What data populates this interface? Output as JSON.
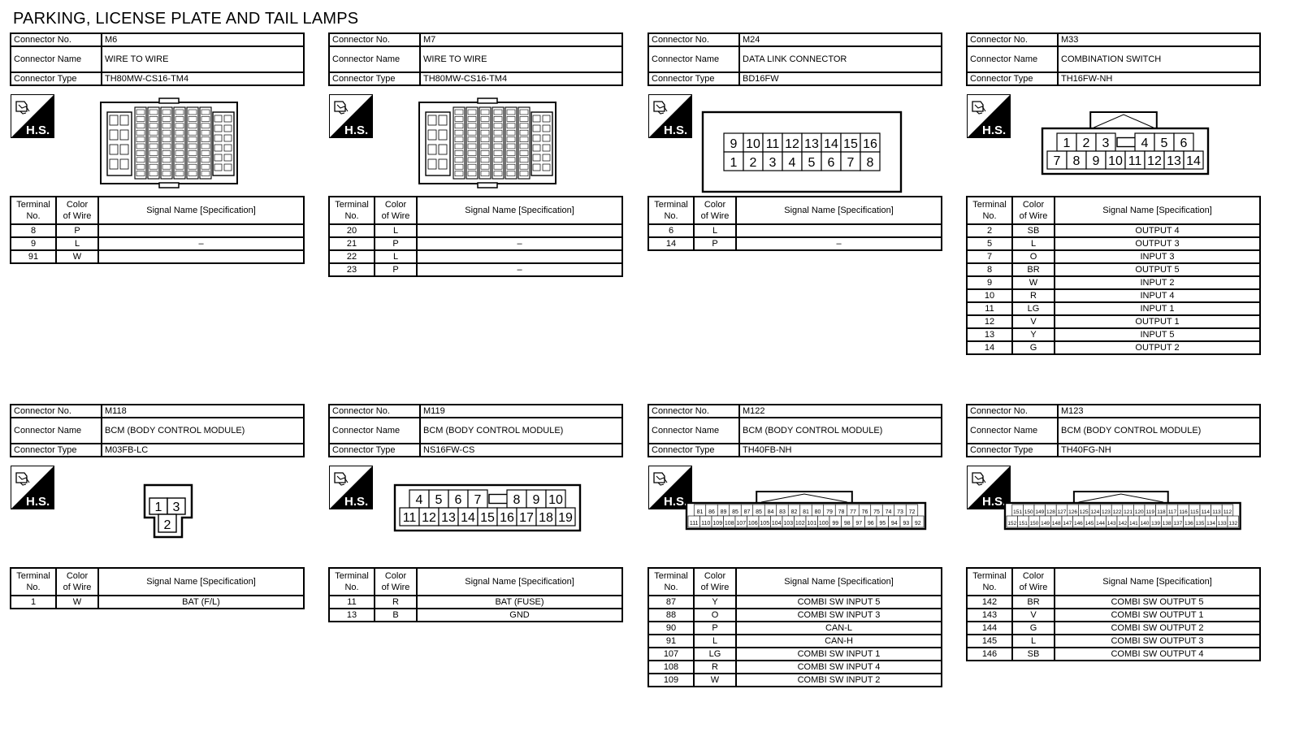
{
  "page": {
    "title": "PARKING, LICENSE PLATE AND TAIL LAMPS"
  },
  "labels": {
    "connector_no": "Connector No.",
    "connector_name": "Connector Name",
    "connector_type": "Connector Type",
    "terminal": [
      "Terminal",
      "No."
    ],
    "color": [
      "Color",
      "of Wire"
    ],
    "signal": "Signal Name [Specification]",
    "hs": "H.S."
  },
  "connectors": [
    {
      "no": "M6",
      "name": "WIRE TO WIRE",
      "type": "TH80MW-CS16-TM4",
      "rows": [
        {
          "t": "8",
          "c": "P",
          "s": ""
        },
        {
          "t": "9",
          "c": "L",
          "s": "–"
        },
        {
          "t": "91",
          "c": "W",
          "s": ""
        }
      ]
    },
    {
      "no": "M7",
      "name": "WIRE TO WIRE",
      "type": "TH80MW-CS16-TM4",
      "rows": [
        {
          "t": "20",
          "c": "L",
          "s": ""
        },
        {
          "t": "21",
          "c": "P",
          "s": "–"
        },
        {
          "t": "22",
          "c": "L",
          "s": ""
        },
        {
          "t": "23",
          "c": "P",
          "s": "–"
        }
      ]
    },
    {
      "no": "M24",
      "name": "DATA LINK CONNECTOR",
      "type": "BD16FW",
      "rows": [
        {
          "t": "6",
          "c": "L",
          "s": ""
        },
        {
          "t": "14",
          "c": "P",
          "s": "–"
        }
      ]
    },
    {
      "no": "M33",
      "name": "COMBINATION SWITCH",
      "type": "TH16FW-NH",
      "rows": [
        {
          "t": "2",
          "c": "SB",
          "s": "OUTPUT 4"
        },
        {
          "t": "5",
          "c": "L",
          "s": "OUTPUT 3"
        },
        {
          "t": "7",
          "c": "O",
          "s": "INPUT 3"
        },
        {
          "t": "8",
          "c": "BR",
          "s": "OUTPUT 5"
        },
        {
          "t": "9",
          "c": "W",
          "s": "INPUT 2"
        },
        {
          "t": "10",
          "c": "R",
          "s": "INPUT 4"
        },
        {
          "t": "11",
          "c": "LG",
          "s": "INPUT 1"
        },
        {
          "t": "12",
          "c": "V",
          "s": "OUTPUT 1"
        },
        {
          "t": "13",
          "c": "Y",
          "s": "INPUT 5"
        },
        {
          "t": "14",
          "c": "G",
          "s": "OUTPUT 2"
        }
      ]
    },
    {
      "no": "M118",
      "name": "BCM (BODY CONTROL MODULE)",
      "type": "M03FB-LC",
      "rows": [
        {
          "t": "1",
          "c": "W",
          "s": "BAT (F/L)"
        }
      ]
    },
    {
      "no": "M119",
      "name": "BCM (BODY CONTROL MODULE)",
      "type": "NS16FW-CS",
      "rows": [
        {
          "t": "11",
          "c": "R",
          "s": "BAT (FUSE)"
        },
        {
          "t": "13",
          "c": "B",
          "s": "GND"
        }
      ]
    },
    {
      "no": "M122",
      "name": "BCM (BODY CONTROL MODULE)",
      "type": "TH40FB-NH",
      "rows": [
        {
          "t": "87",
          "c": "Y",
          "s": "COMBI SW INPUT 5"
        },
        {
          "t": "88",
          "c": "O",
          "s": "COMBI SW INPUT 3"
        },
        {
          "t": "90",
          "c": "P",
          "s": "CAN-L"
        },
        {
          "t": "91",
          "c": "L",
          "s": "CAN-H"
        },
        {
          "t": "107",
          "c": "LG",
          "s": "COMBI SW INPUT 1"
        },
        {
          "t": "108",
          "c": "R",
          "s": "COMBI SW INPUT 4"
        },
        {
          "t": "109",
          "c": "W",
          "s": "COMBI SW INPUT 2"
        }
      ]
    },
    {
      "no": "M123",
      "name": "BCM (BODY CONTROL MODULE)",
      "type": "TH40FG-NH",
      "rows": [
        {
          "t": "142",
          "c": "BR",
          "s": "COMBI SW OUTPUT 5"
        },
        {
          "t": "143",
          "c": "V",
          "s": "COMBI SW OUTPUT 1"
        },
        {
          "t": "144",
          "c": "G",
          "s": "COMBI SW OUTPUT 2"
        },
        {
          "t": "145",
          "c": "L",
          "s": "COMBI SW OUTPUT 3"
        },
        {
          "t": "146",
          "c": "SB",
          "s": "COMBI SW OUTPUT 4"
        }
      ]
    }
  ],
  "pinouts": {
    "M24": {
      "top": [
        "9",
        "10",
        "11",
        "12",
        "13",
        "14",
        "15",
        "16"
      ],
      "bottom": [
        "1",
        "2",
        "3",
        "4",
        "5",
        "6",
        "7",
        "8"
      ]
    },
    "M33": {
      "top": [
        "1",
        "2",
        "3",
        "",
        "4",
        "5",
        "6"
      ],
      "bottom": [
        "7",
        "8",
        "9",
        "10",
        "11",
        "12",
        "13",
        "14"
      ]
    },
    "M118": {
      "top": [
        "1",
        "3"
      ],
      "bottom": [
        "2"
      ]
    },
    "M119": {
      "top": [
        "4",
        "5",
        "6",
        "7",
        "",
        "8",
        "9",
        "10"
      ],
      "bottom": [
        "11",
        "12",
        "13",
        "14",
        "15",
        "16",
        "17",
        "18",
        "19"
      ]
    },
    "M122": {
      "top": [
        "81",
        "86",
        "89",
        "85",
        "87",
        "85",
        "84",
        "83",
        "82",
        "81",
        "80",
        "79",
        "78",
        "77",
        "76",
        "75",
        "74",
        "73",
        "72"
      ],
      "bottom": [
        "111",
        "110",
        "109",
        "108",
        "107",
        "106",
        "105",
        "104",
        "103",
        "102",
        "101",
        "100",
        "99",
        "98",
        "97",
        "96",
        "95",
        "94",
        "93",
        "92"
      ]
    },
    "M123": {
      "top": [
        "151",
        "150",
        "149",
        "128",
        "127",
        "126",
        "125",
        "124",
        "123",
        "122",
        "121",
        "120",
        "119",
        "118",
        "117",
        "116",
        "115",
        "114",
        "113",
        "112"
      ],
      "bottom": [
        "152",
        "151",
        "150",
        "149",
        "148",
        "147",
        "146",
        "145",
        "144",
        "143",
        "142",
        "141",
        "140",
        "139",
        "138",
        "137",
        "136",
        "135",
        "134",
        "133",
        "132"
      ]
    }
  }
}
